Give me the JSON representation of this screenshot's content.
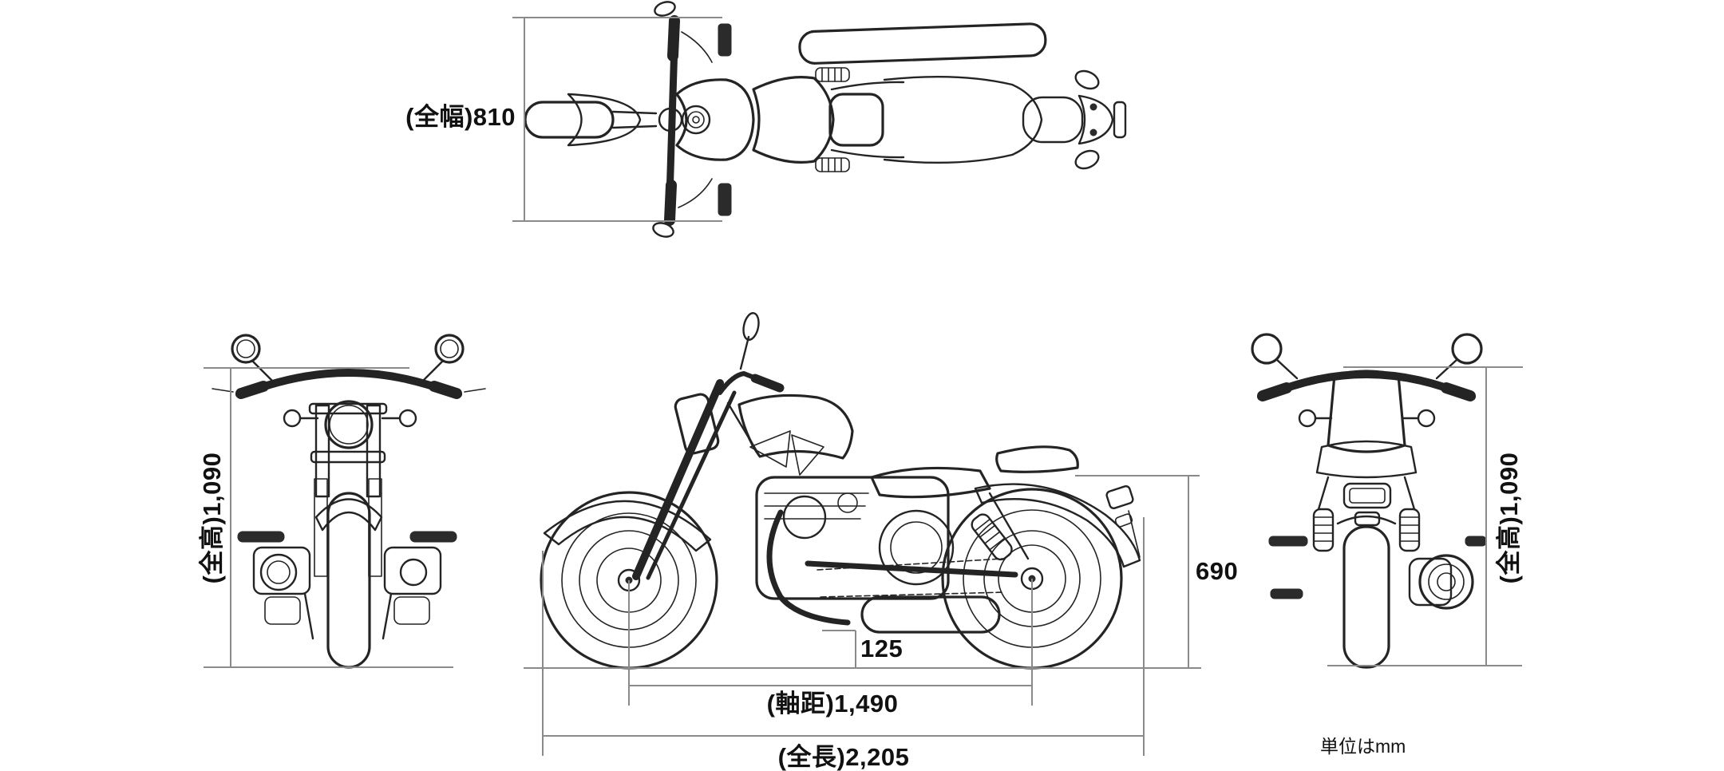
{
  "diagram": {
    "subject": "motorcycle-four-view-dimension-drawing",
    "views": {
      "top": {
        "name": "top view"
      },
      "front": {
        "name": "front view"
      },
      "side": {
        "name": "side view"
      },
      "rear": {
        "name": "rear view"
      }
    },
    "colors": {
      "background": "#ffffff",
      "artwork_line": "#242424",
      "dimension_line": "#8a8a8a",
      "label_text": "#111111"
    }
  },
  "dimensions": {
    "overall_width": {
      "label": "(全幅)810",
      "value_mm": 810,
      "view": "top"
    },
    "overall_height_left": {
      "label": "(全高)1,090",
      "value_mm": 1090,
      "view": "front"
    },
    "overall_height_right": {
      "label": "(全高)1,090",
      "value_mm": 1090,
      "view": "rear"
    },
    "seat_height": {
      "label": "690",
      "value_mm": 690,
      "view": "side"
    },
    "ground_clearance": {
      "label": "125",
      "value_mm": 125,
      "view": "side"
    },
    "wheelbase": {
      "label": "(軸距)1,490",
      "value_mm": 1490,
      "view": "side"
    },
    "overall_length": {
      "label": "(全長)2,205",
      "value_mm": 2205,
      "view": "side"
    }
  },
  "footnote": {
    "unit_note": "単位はmm"
  }
}
